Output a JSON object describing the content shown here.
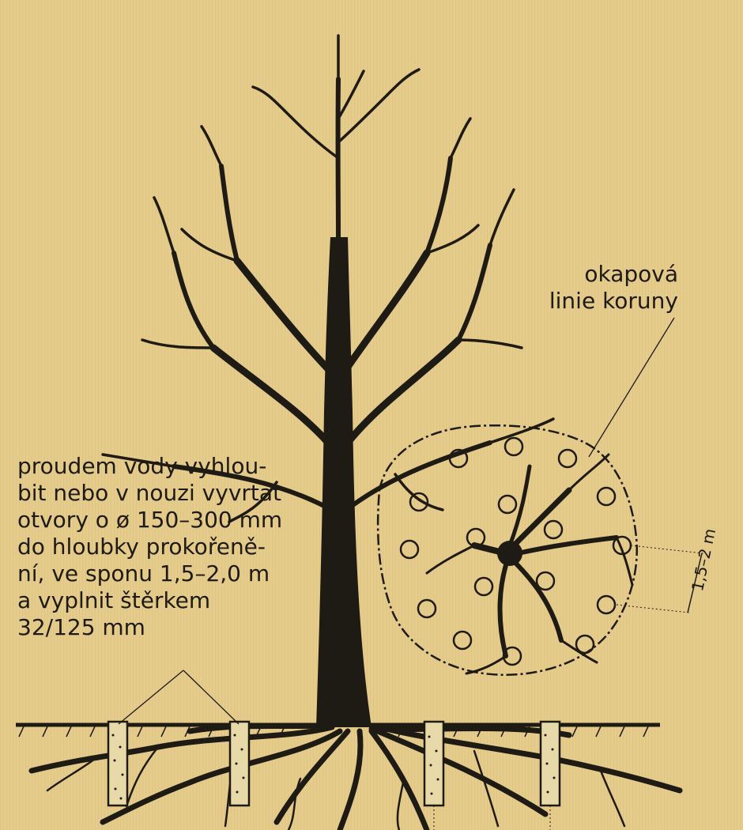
{
  "diagram": {
    "canopy_label": [
      "okapová",
      "linie koruny"
    ],
    "instruction": [
      "proudem vody vyhlou-",
      "bit nebo v nouzi vyvrtat",
      "otvory o ø 150–300 mm",
      "do hloubky prokořeně-",
      "ní, ve sponu 1,5–2,0 m",
      "a vyplnit štěrkem",
      "32/125 mm"
    ],
    "spacing_dimension": "1,5–2 m",
    "colors": {
      "background": "#e6cc8c",
      "ink": "#1e1a14",
      "gravel": "#e8d9a8"
    }
  }
}
